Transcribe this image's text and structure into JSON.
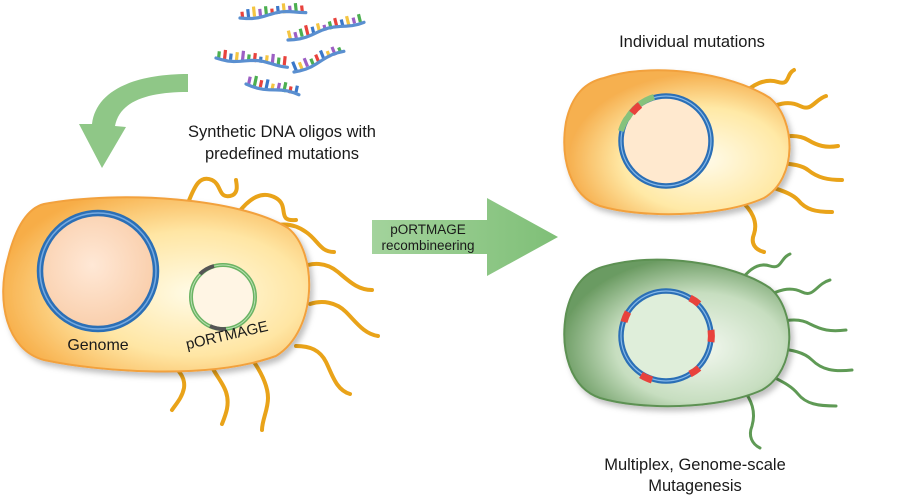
{
  "labels": {
    "oligos_line1": "Synthetic DNA oligos with",
    "oligos_line2": "predefined mutations",
    "process_line1": "pORTMAGE",
    "process_line2": "recombineering",
    "genome": "Genome",
    "plasmid": "pORTMAGE",
    "individual": "Individual mutations",
    "multiplex_line1": "Multiplex, Genome-scale",
    "multiplex_line2": "Mutagenesis"
  },
  "icons": {
    "oligos": "dna-oligo-icon",
    "flow_curved": "curved-arrow-icon",
    "flow_right": "right-arrow-icon",
    "cell": "bacterium-icon"
  },
  "colors": {
    "cell_orange": "#f6b04a",
    "cell_orange_light": "#fff7dc",
    "cell_green": "#7ca86e",
    "cell_green_light": "#eef5ea",
    "flagella_orange": "#e9a319",
    "flagella_green": "#5f9a55",
    "dna_blue": "#2b6fb6",
    "plasmid_green": "#86c27c",
    "mutation_red": "#e8423c",
    "arrow_green": "#92c98b"
  }
}
